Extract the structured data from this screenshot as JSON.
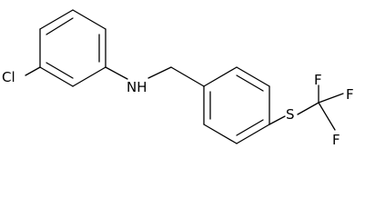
{
  "molecule": {
    "atoms": {
      "chlorine": "Cl",
      "amine": "NH",
      "sulfur": "S",
      "fluorine_1": "F",
      "fluorine_2": "F",
      "fluorine_3": "F"
    }
  },
  "colors": {
    "bond": "#000000",
    "text": "#000000",
    "background": "#ffffff"
  }
}
